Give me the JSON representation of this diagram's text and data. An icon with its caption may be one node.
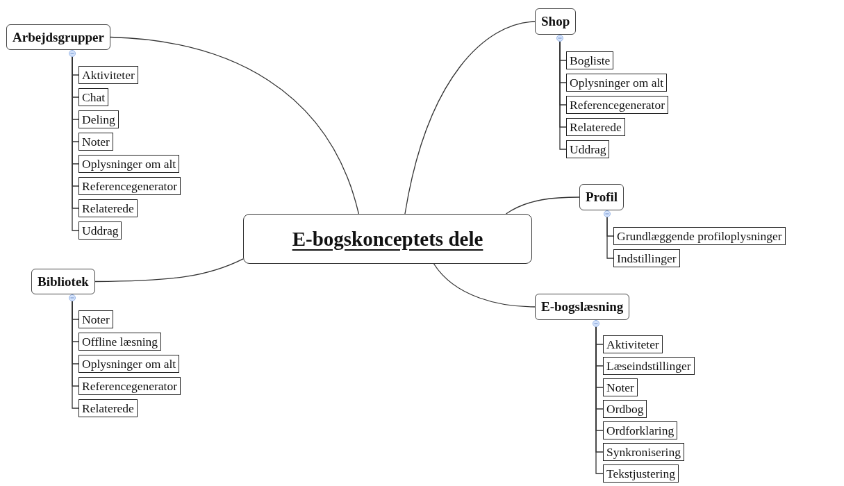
{
  "diagram": {
    "nodes": [
      {
        "text": [
          "E-bogskonceptets dele"
        ]
      },
      {
        "text": [
          "Arbejdsgrupper"
        ]
      },
      {
        "text": [
          "Aktiviteter"
        ]
      },
      {
        "text": [
          "Chat"
        ]
      },
      {
        "text": [
          "Deling"
        ]
      },
      {
        "text": [
          "Noter"
        ]
      },
      {
        "text": [
          "Oplysninger om alt"
        ]
      },
      {
        "text": [
          "Referencegenerator"
        ]
      },
      {
        "text": [
          "Relaterede"
        ]
      },
      {
        "text": [
          "Uddrag"
        ]
      },
      {
        "text": [
          "Shop"
        ]
      },
      {
        "text": [
          "Bogliste"
        ]
      },
      {
        "text": [
          "Oplysninger om alt"
        ]
      },
      {
        "text": [
          "Referencegenerator"
        ]
      },
      {
        "text": [
          "Relaterede"
        ]
      },
      {
        "text": [
          "Uddrag"
        ]
      },
      {
        "text": [
          "Profil"
        ]
      },
      {
        "text": [
          "Grundlæggende profiloplysninger"
        ]
      },
      {
        "text": [
          "Indstillinger"
        ]
      },
      {
        "text": [
          "Bibliotek"
        ]
      },
      {
        "text": [
          "Noter"
        ]
      },
      {
        "text": [
          "Offline læsning"
        ]
      },
      {
        "text": [
          "Oplysninger om alt"
        ]
      },
      {
        "text": [
          "Referencegenerator"
        ]
      },
      {
        "text": [
          "Relaterede"
        ]
      },
      {
        "text": [
          "E-bogslæsning"
        ]
      },
      {
        "text": [
          "Aktiviteter"
        ]
      },
      {
        "text": [
          "Læseindstillinger"
        ]
      },
      {
        "text": [
          "Noter"
        ]
      },
      {
        "text": [
          "Ordbog"
        ]
      },
      {
        "text": [
          "Ordforklaring"
        ]
      },
      {
        "text": [
          "Synkronisering"
        ]
      },
      {
        "text": [
          "Tekstjustering"
        ]
      }
    ],
    "edges": [
      {
        "from": 0,
        "to": 1,
        "arrow": "none"
      },
      {
        "from": 0,
        "to": 10,
        "arrow": "none"
      },
      {
        "from": 0,
        "to": 16,
        "arrow": "none"
      },
      {
        "from": 0,
        "to": 19,
        "arrow": "none"
      },
      {
        "from": 0,
        "to": 25,
        "arrow": "none"
      },
      {
        "from": 1,
        "to": 2,
        "arrow": "none"
      },
      {
        "from": 1,
        "to": 3,
        "arrow": "none"
      },
      {
        "from": 1,
        "to": 4,
        "arrow": "none"
      },
      {
        "from": 1,
        "to": 5,
        "arrow": "none"
      },
      {
        "from": 1,
        "to": 6,
        "arrow": "none"
      },
      {
        "from": 1,
        "to": 7,
        "arrow": "none"
      },
      {
        "from": 1,
        "to": 8,
        "arrow": "none"
      },
      {
        "from": 1,
        "to": 9,
        "arrow": "none"
      },
      {
        "from": 10,
        "to": 11,
        "arrow": "none"
      },
      {
        "from": 10,
        "to": 12,
        "arrow": "none"
      },
      {
        "from": 10,
        "to": 13,
        "arrow": "none"
      },
      {
        "from": 10,
        "to": 14,
        "arrow": "none"
      },
      {
        "from": 10,
        "to": 15,
        "arrow": "none"
      },
      {
        "from": 16,
        "to": 17,
        "arrow": "none"
      },
      {
        "from": 16,
        "to": 18,
        "arrow": "none"
      },
      {
        "from": 19,
        "to": 20,
        "arrow": "none"
      },
      {
        "from": 19,
        "to": 21,
        "arrow": "none"
      },
      {
        "from": 19,
        "to": 22,
        "arrow": "none"
      },
      {
        "from": 19,
        "to": 23,
        "arrow": "none"
      },
      {
        "from": 19,
        "to": 24,
        "arrow": "none"
      },
      {
        "from": 25,
        "to": 26,
        "arrow": "none"
      },
      {
        "from": 25,
        "to": 27,
        "arrow": "none"
      },
      {
        "from": 25,
        "to": 28,
        "arrow": "none"
      },
      {
        "from": 25,
        "to": 29,
        "arrow": "none"
      },
      {
        "from": 25,
        "to": 30,
        "arrow": "none"
      },
      {
        "from": 25,
        "to": 31,
        "arrow": "none"
      },
      {
        "from": 25,
        "to": 32,
        "arrow": "none"
      }
    ]
  }
}
